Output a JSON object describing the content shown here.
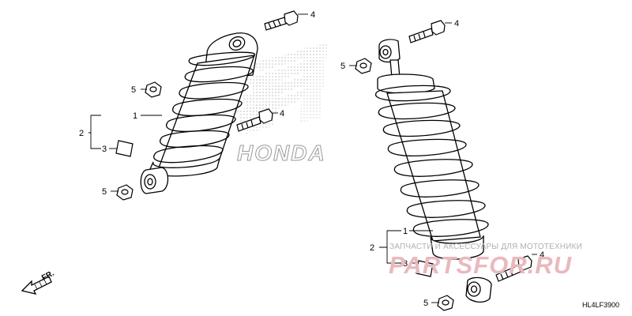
{
  "callouts": {
    "left": [
      {
        "label": "4"
      },
      {
        "label": "5"
      },
      {
        "label": "1"
      },
      {
        "label": "4"
      },
      {
        "label": "2"
      },
      {
        "label": "3"
      },
      {
        "label": "5"
      }
    ],
    "right": [
      {
        "label": "4"
      },
      {
        "label": "5"
      },
      {
        "label": "1"
      },
      {
        "label": "2"
      },
      {
        "label": "4"
      },
      {
        "label": "3"
      },
      {
        "label": "5"
      }
    ]
  },
  "direction_label": "FR.",
  "diagram_code": "HL4LF3900",
  "watermark": {
    "tagline": "ЗАПЧАСТИ И АКСЕССУАРЫ ДЛЯ МОТОТЕХНИКИ",
    "logo": "PARTSFOR.RU"
  },
  "brand_logo": "HONDA",
  "colors": {
    "line": "#000000",
    "watermark_logo": "#e9b9be",
    "watermark_text": "#b0b0b0"
  }
}
